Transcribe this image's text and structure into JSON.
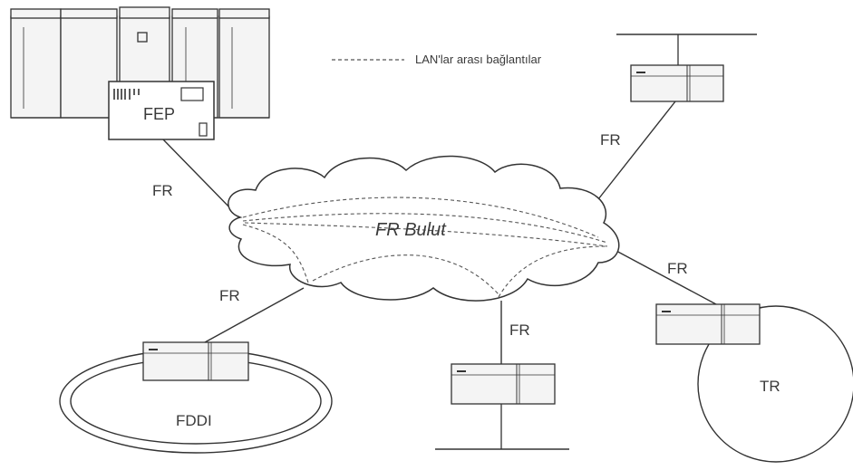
{
  "legend": {
    "text": "LAN'lar arası bağlantılar"
  },
  "cloud": {
    "label": "FR Bulut"
  },
  "mainframe": {
    "fep_label": "FEP"
  },
  "links": [
    {
      "id": "fep",
      "label": "FR"
    },
    {
      "id": "top-right",
      "label": "FR"
    },
    {
      "id": "fddi",
      "label": "FR"
    },
    {
      "id": "bottom",
      "label": "FR"
    },
    {
      "id": "tr",
      "label": "FR"
    }
  ],
  "rings": {
    "fddi": "FDDI",
    "token_ring": "TR"
  }
}
